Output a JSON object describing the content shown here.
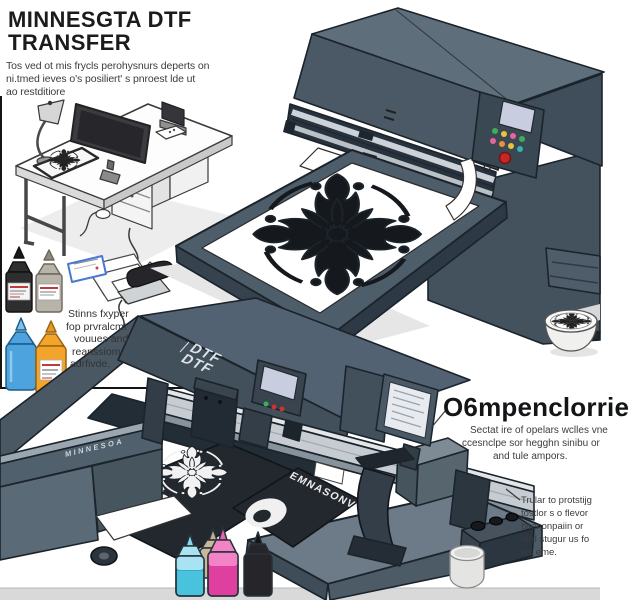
{
  "header": {
    "title_line1": "MINNESGTA DTF",
    "title_line2": "TRANSFER",
    "intro_lines": [
      "Tos ved ot mis frycls perohysnurs deperts on",
      "ni.tmed ieves o's posiliert' s pnroest lde ut",
      "ao restditiore"
    ]
  },
  "ink_note": {
    "lines": [
      "Stinns fxyper",
      "fop prvralcmt",
      "vouues and",
      "reanssiom",
      "adrfivde."
    ]
  },
  "section2": {
    "heading": "O6mpenclorrie",
    "body_lines": [
      "Sectat ire of opelars wclles vne",
      "ccesnclpe sor hegghn sinibu or",
      "and tule ampors."
    ]
  },
  "note3": {
    "lines": [
      "Trular to protstijg",
      "tostlor s o flevor",
      "bitet onpaiin or",
      "dird stugur us fo",
      "sni eme."
    ]
  },
  "machine_labels": {
    "dtf_top": "DTF",
    "dtf_bottom": "DTF",
    "brand_side": "MINNESOA",
    "mat_text": "EMNASONV"
  },
  "palette": {
    "machine_slate": "#4e5d6a",
    "outline": "#1b232b",
    "film_white": "#ffffff",
    "screen_lavender": "#c9cde0",
    "button_red": "#c62828",
    "ink_black": "#2e2e30",
    "ink_gray": "#b9b4aa",
    "ink_blue": "#4da3dd",
    "ink_orange": "#f2a52a",
    "ink_cyan": "#49c2de",
    "ink_magenta": "#df3f9e",
    "ink_tan": "#cbb79b"
  }
}
